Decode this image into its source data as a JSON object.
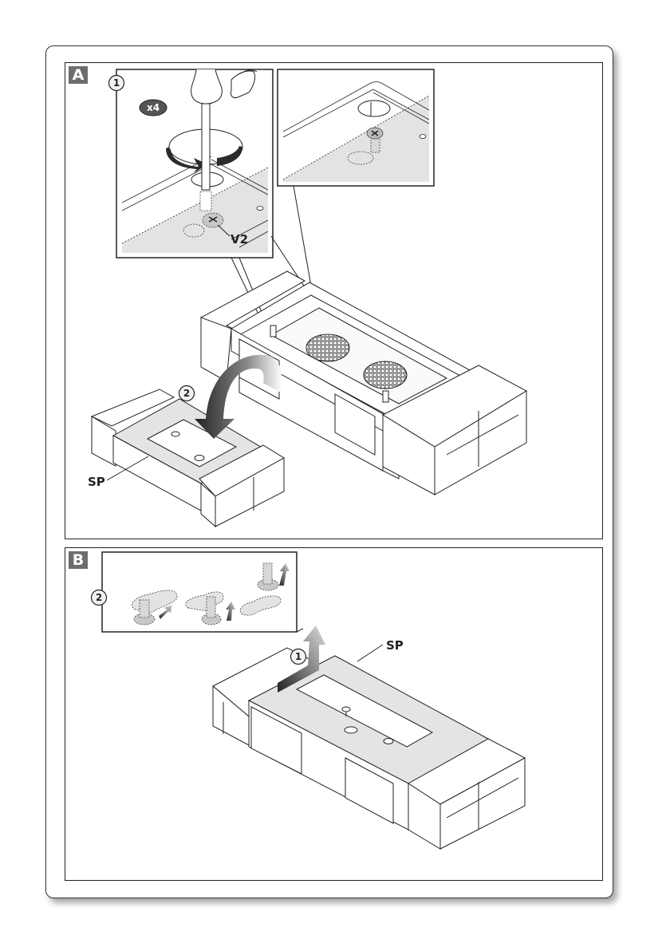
{
  "panels": [
    {
      "tag": "A",
      "steps": [
        {
          "number": "1",
          "badge": "x4",
          "callout_label": "V2"
        },
        {
          "number": "2",
          "part_label": "SP"
        }
      ]
    },
    {
      "tag": "B",
      "steps": [
        {
          "number": "2"
        },
        {
          "number": "1",
          "part_label": "SP"
        }
      ]
    }
  ],
  "colors": {
    "panel_tag_bg": "#6d6d6d",
    "line": "#222222",
    "plate_fill": "#e4e4e4",
    "badge_bg": "#555555"
  }
}
